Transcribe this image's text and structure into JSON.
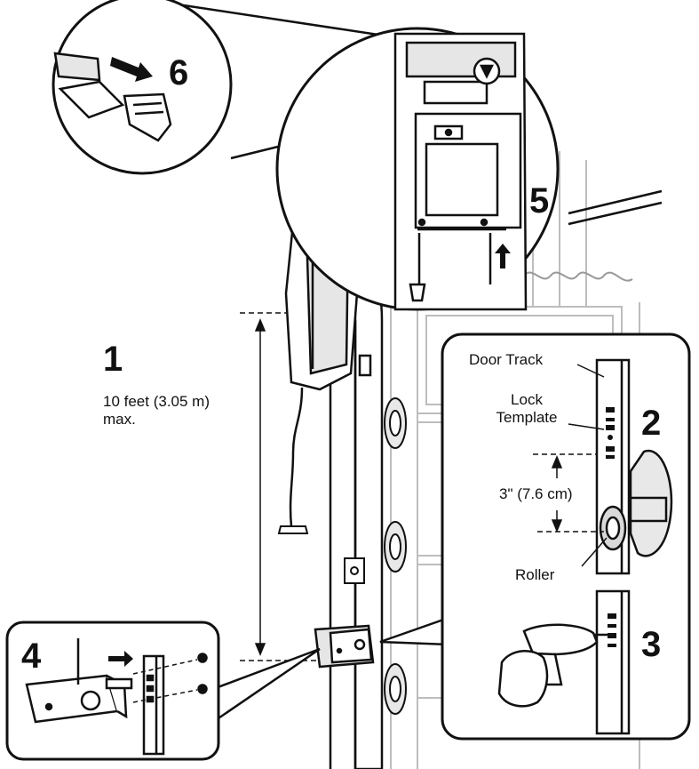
{
  "steps": {
    "s1": "1",
    "s2": "2",
    "s3": "3",
    "s4": "4",
    "s5": "5",
    "s6": "6"
  },
  "labels": {
    "distance_line1": "10 feet (3.05 m)",
    "distance_line2": "max.",
    "door_track": "Door Track",
    "lock_template_line1": "Lock",
    "lock_template_line2": "Template",
    "spacing": "3\" (7.6 cm)",
    "roller": "Roller"
  },
  "colors": {
    "line": "#111111",
    "light_line": "#b8b8b8",
    "shade": "#d9d9d9"
  }
}
